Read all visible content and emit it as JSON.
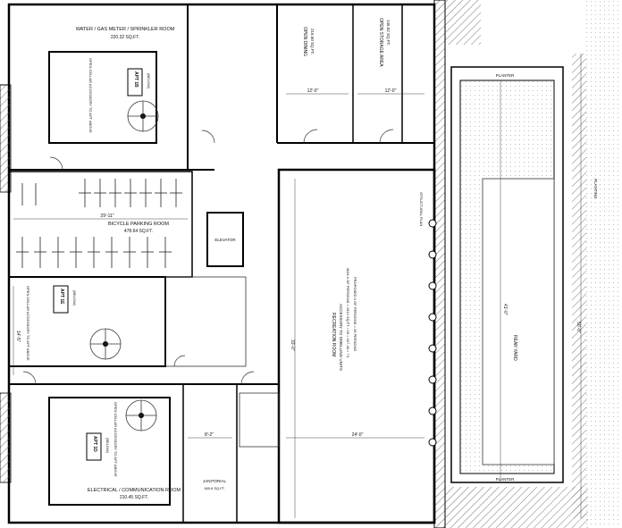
{
  "rooms": {
    "meter": {
      "name": "WATER / GAS METER / SPRINKLER ROOM",
      "area": "220.32 SQ.FT."
    },
    "bicycle": {
      "name": "BICYCLE PARKING ROOM",
      "area": "478.64 SQ.FT."
    },
    "recreation": {
      "line1": "RECREATION ROOM",
      "line2": "ACCESSORY TO DWELLING UNITS",
      "line3": "MAX # OF PERSONS = 1612 SQ.FT. / 15 = 107.46 > 74",
      "line4": "PROPOSED # OF PERSONS = 26 PERSONS"
    },
    "electrical": {
      "name": "ELECTRICAL / COMMUNICATION ROOM",
      "area": "210.45 SQ.FT."
    },
    "janitorial": {
      "name": "JANITORIAL",
      "area": "189.6 SQ.FT."
    },
    "elevator": {
      "name": "ELEVATOR"
    },
    "dining": {
      "name": "OPEN DINING",
      "area": "216.50 SQ.FT."
    },
    "storage": {
      "name": "OPEN STORAGE AREA",
      "area": "146.52 SQ.FT."
    },
    "rear_yard": {
      "name": "REAR YARD"
    },
    "apt_a": {
      "tag": "APT 1B",
      "note": "(BELOW)"
    },
    "apt_b": {
      "tag": "APT 1E",
      "note": "(BELOW)"
    },
    "apt_c": {
      "tag": "APT 1D",
      "note": "(BELOW)"
    },
    "cellar_note": "OPEN CELLAR ACCESSORY TO APT ABOVE",
    "planting": "PLANTER",
    "planting_strip": "PLANTING",
    "structural_plan": "STRUCTURAL PLAN"
  },
  "dimensions": {
    "d1": "12'-0\"",
    "d2": "12'-0\"",
    "d3": "29'-11\"",
    "d4": "24'-0\"",
    "d5": "41'-0\"",
    "d6": "50'-0\"",
    "d7": "33'-0\"",
    "d8": "8'-2\"",
    "d9": "14'-5\""
  }
}
